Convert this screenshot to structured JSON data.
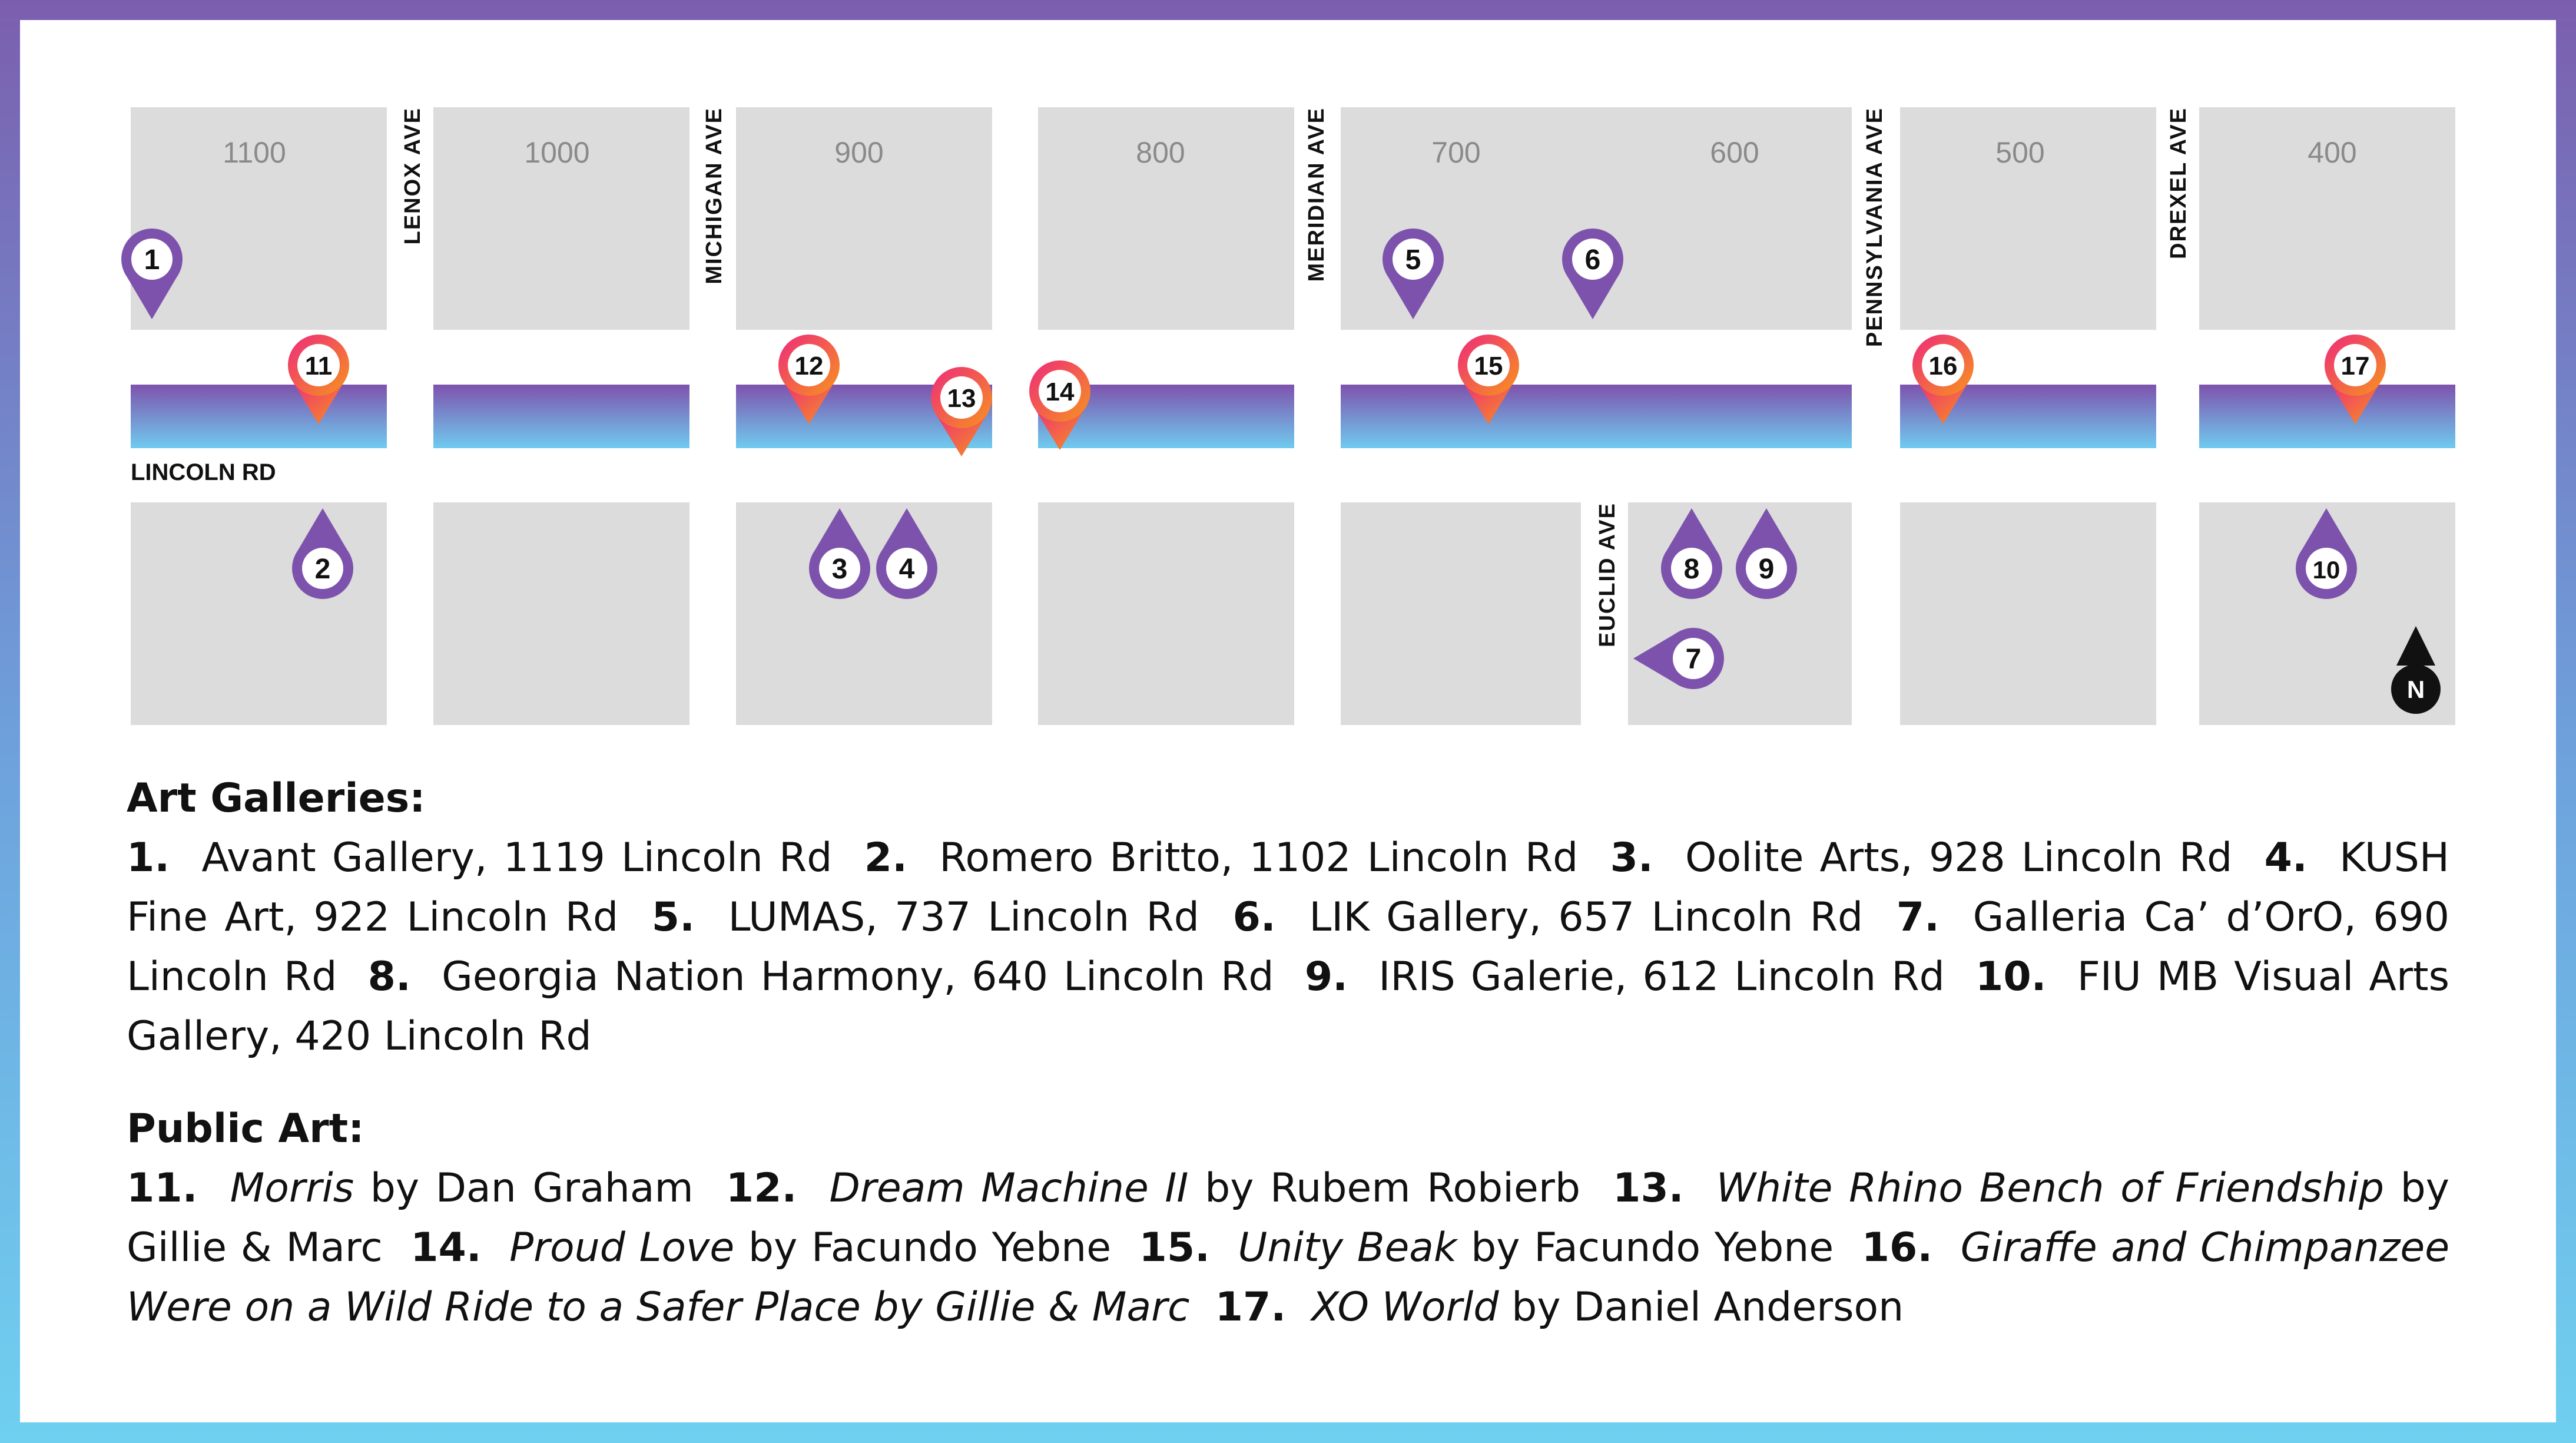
{
  "colors": {
    "frame_top": "#7b5fae",
    "frame_bottom": "#6fd0f0",
    "block": "#dcdcdc",
    "road_top": "#7e52ad",
    "road_bottom": "#6fcbef",
    "gallery_pin": "#7d52ad",
    "art_pin_top": "#ee2a7b",
    "art_pin_bottom": "#f7941d"
  },
  "map": {
    "lincoln_road_label": "LINCOLN RD",
    "compass_label": "N",
    "block_numbers": [
      "1100",
      "1000",
      "900",
      "800",
      "700",
      "600",
      "500",
      "400"
    ],
    "avenues": [
      "LENOX AVE",
      "MICHIGAN AVE",
      "MERIDIAN AVE",
      "PENNSYLVANIA AVE",
      "DREXEL AVE",
      "EUCLID AVE"
    ],
    "gallery_markers": [
      "1",
      "2",
      "3",
      "4",
      "5",
      "6",
      "7",
      "8",
      "9",
      "10"
    ],
    "public_art_markers": [
      "11",
      "12",
      "13",
      "14",
      "15",
      "16",
      "17"
    ]
  },
  "galleries": {
    "heading": "Art Galleries:",
    "items": [
      {
        "num": "1.",
        "text": "Avant Gallery, 1119 Lincoln Rd"
      },
      {
        "num": "2.",
        "text": "Romero Britto, 1102 Lincoln Rd"
      },
      {
        "num": "3.",
        "text": "Oolite Arts, 928 Lincoln Rd"
      },
      {
        "num": "4.",
        "text": "KUSH Fine Art, 922 Lincoln Rd"
      },
      {
        "num": "5.",
        "text": "LUMAS, 737 Lincoln Rd"
      },
      {
        "num": "6.",
        "text": "LIK Gallery, 657 Lincoln Rd"
      },
      {
        "num": "7.",
        "text": "Galleria Ca’ d’OrO, 690 Lincoln Rd"
      },
      {
        "num": "8.",
        "text": "Georgia Nation Harmony, 640 Lincoln Rd"
      },
      {
        "num": "9.",
        "text": "IRIS Galerie, 612 Lincoln Rd"
      },
      {
        "num": "10.",
        "text": "FIU MB Visual Arts Gallery, 420 Lincoln Rd"
      }
    ]
  },
  "public_art": {
    "heading": "Public Art:",
    "items": [
      {
        "num": "11.",
        "title": "Morris",
        "by": "by Dan Graham"
      },
      {
        "num": "12.",
        "title": "Dream Machine II",
        "by": "by Rubem Robierb"
      },
      {
        "num": "13.",
        "title": "White Rhino Bench of Friendship",
        "by": "by Gillie & Marc"
      },
      {
        "num": "14.",
        "title": "Proud Love",
        "by": "by Facundo Yebne"
      },
      {
        "num": "15.",
        "title": "Unity Beak",
        "by": "by Facundo Yebne"
      },
      {
        "num": "16.",
        "title": "Giraffe and Chimpanzee Were on a Wild Ride to a Safer Place by Gillie & Marc",
        "by": ""
      },
      {
        "num": "17.",
        "title": "XO World",
        "by": "by Daniel Anderson"
      }
    ]
  }
}
